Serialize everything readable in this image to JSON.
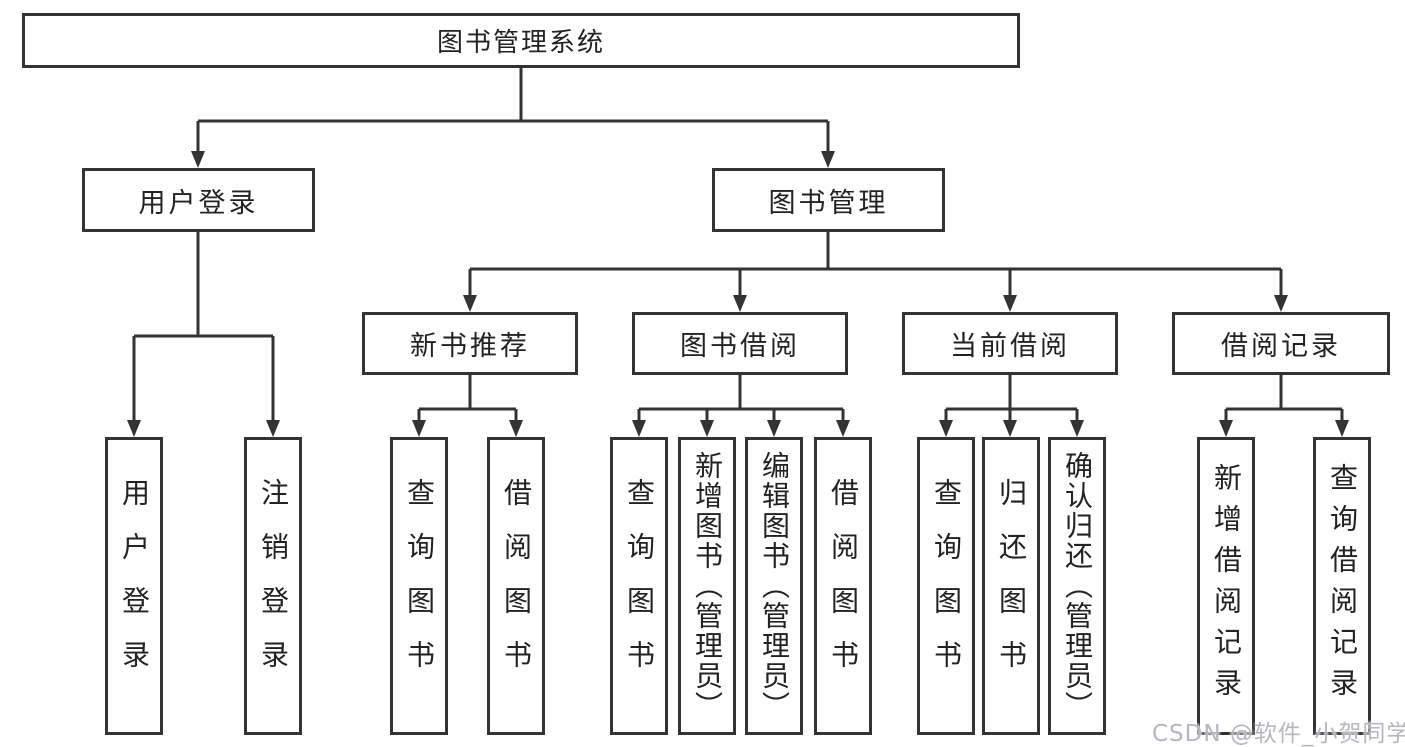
{
  "tree": {
    "root": {
      "label": "图书管理系统"
    },
    "branches": [
      {
        "label": "用户登录",
        "children": [
          {
            "label": "用户登录"
          },
          {
            "label": "注销登录"
          }
        ]
      },
      {
        "label": "图书管理",
        "children": [
          {
            "label": "新书推荐",
            "children": [
              {
                "label": "查询图书"
              },
              {
                "label": "借阅图书"
              }
            ]
          },
          {
            "label": "图书借阅",
            "children": [
              {
                "label": "查询图书"
              },
              {
                "label": "新增图书（管理员）"
              },
              {
                "label": "编辑图书（管理员）"
              },
              {
                "label": "借阅图书"
              }
            ]
          },
          {
            "label": "当前借阅",
            "children": [
              {
                "label": "查询图书"
              },
              {
                "label": "归还图书"
              },
              {
                "label": "确认归还（管理员）"
              }
            ]
          },
          {
            "label": "借阅记录",
            "children": [
              {
                "label": "新增借阅记录"
              },
              {
                "label": "查询借阅记录"
              }
            ]
          }
        ]
      }
    ]
  },
  "watermark": {
    "text": "CSDN @软件_小贺同学"
  },
  "colors": {
    "line": "#333333",
    "text": "#222222",
    "watermark": "#b4b7bd",
    "background": "#ffffff"
  }
}
